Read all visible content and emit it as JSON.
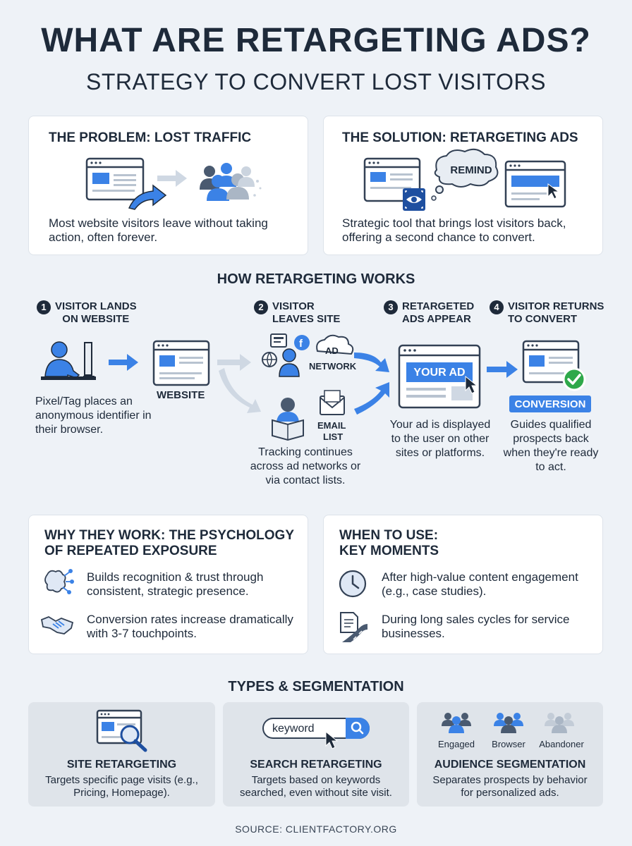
{
  "header": {
    "title": "WHAT ARE RETARGETING ADS?",
    "subtitle": "STRATEGY TO CONVERT LOST VISITORS"
  },
  "problem": {
    "title": "THE PROBLEM: LOST TRAFFIC",
    "text": "Most website visitors leave without taking action, often forever."
  },
  "solution": {
    "title": "THE SOLUTION: RETARGETING ADS",
    "bubble": "REMIND",
    "text": "Strategic tool that brings lost visitors back, offering a second chance to convert."
  },
  "how": {
    "title": "HOW RETARGETING WORKS",
    "steps": [
      {
        "num": "1",
        "head": "VISITOR LANDS\nON WEBSITE",
        "text": "Pixel/Tag places an anonymous identifier in their browser.",
        "label": "WEBSITE"
      },
      {
        "num": "2",
        "head": "VISITOR\nLEAVES SITE",
        "text": "Tracking continues across ad networks or via contact lists.",
        "label_ad": "AD",
        "label_network": "NETWORK",
        "label_email": "EMAIL",
        "label_list": "LIST"
      },
      {
        "num": "3",
        "head": "RETARGETED\nADS APPEAR",
        "text": "Your ad is displayed to the user on other sites or platforms.",
        "ad": "YOUR AD"
      },
      {
        "num": "4",
        "head": "VISITOR RETURNS\nTO CONVERT",
        "text": "Guides qualified prospects back when they're ready to act.",
        "badge": "CONVERSION"
      }
    ]
  },
  "why": {
    "title": "WHY THEY WORK: THE PSYCHOLOGY\nOF REPEATED EXPOSURE",
    "items": [
      {
        "icon": "brain-network-icon",
        "text": "Builds recognition & trust through consistent, strategic presence."
      },
      {
        "icon": "handshake-icon",
        "text": "Conversion rates increase dramatically with 3-7 touchpoints."
      }
    ]
  },
  "when": {
    "title": "WHEN TO USE:\nKEY MOMENTS",
    "items": [
      {
        "icon": "clock-icon",
        "text": "After high-value content engagement (e.g., case studies)."
      },
      {
        "icon": "document-road-icon",
        "text": "During long sales cycles for service businesses."
      }
    ]
  },
  "types": {
    "title": "TYPES & SEGMENTATION",
    "cards": [
      {
        "title": "SITE RETARGETING",
        "text": "Targets specific page visits (e.g., Pricing, Homepage)."
      },
      {
        "title": "SEARCH RETARGETING",
        "text": "Targets based on keywords searched, even without site visit.",
        "search_value": "keyword"
      },
      {
        "title": "AUDIENCE SEGMENTATION",
        "text": "Separates prospects by behavior for personalized ads.",
        "segments": [
          "Engaged",
          "Browser",
          "Abandoner"
        ]
      }
    ]
  },
  "source": "SOURCE: CLIENTFACTORY.ORG",
  "colors": {
    "accent": "#3b82e6",
    "dark": "#1e2a3a",
    "success": "#2ea84a",
    "muted": "#b8c3d0"
  }
}
